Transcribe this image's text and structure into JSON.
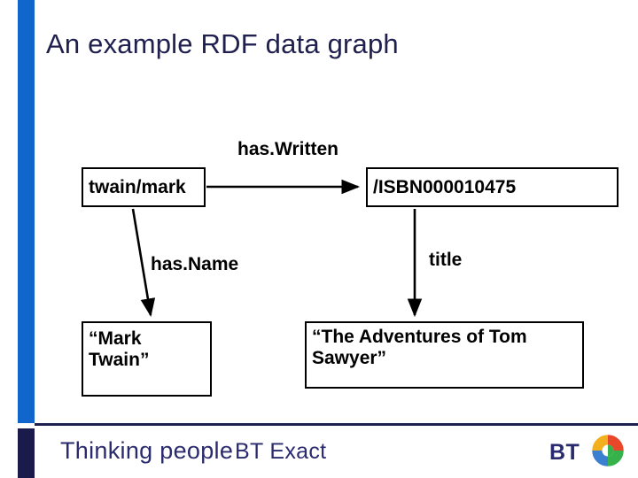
{
  "slide": {
    "title": "An example RDF data graph",
    "colors": {
      "accent_blue": "#1166cc",
      "dark_navy": "#1b1b4b",
      "title_color": "#20204f",
      "node_border": "#000000",
      "background": "#ffffff"
    }
  },
  "graph": {
    "nodes": [
      {
        "id": "subject",
        "label": "twain/mark"
      },
      {
        "id": "isbn",
        "label": "/ISBN000010475"
      },
      {
        "id": "mark_twain",
        "label": "“Mark Twain”"
      },
      {
        "id": "book_title",
        "label": "“The Adventures of Tom Sawyer”"
      }
    ],
    "edges": [
      {
        "id": "has_written",
        "label": "has.Written",
        "from": "subject",
        "to": "isbn"
      },
      {
        "id": "has_name",
        "label": "has.Name",
        "from": "subject",
        "to": "mark_twain"
      },
      {
        "id": "title",
        "label": "title",
        "from": "isbn",
        "to": "book_title"
      }
    ]
  },
  "footer": {
    "tagline": "Thinking people",
    "brand": "BT Exact",
    "logo_text": "BT"
  }
}
